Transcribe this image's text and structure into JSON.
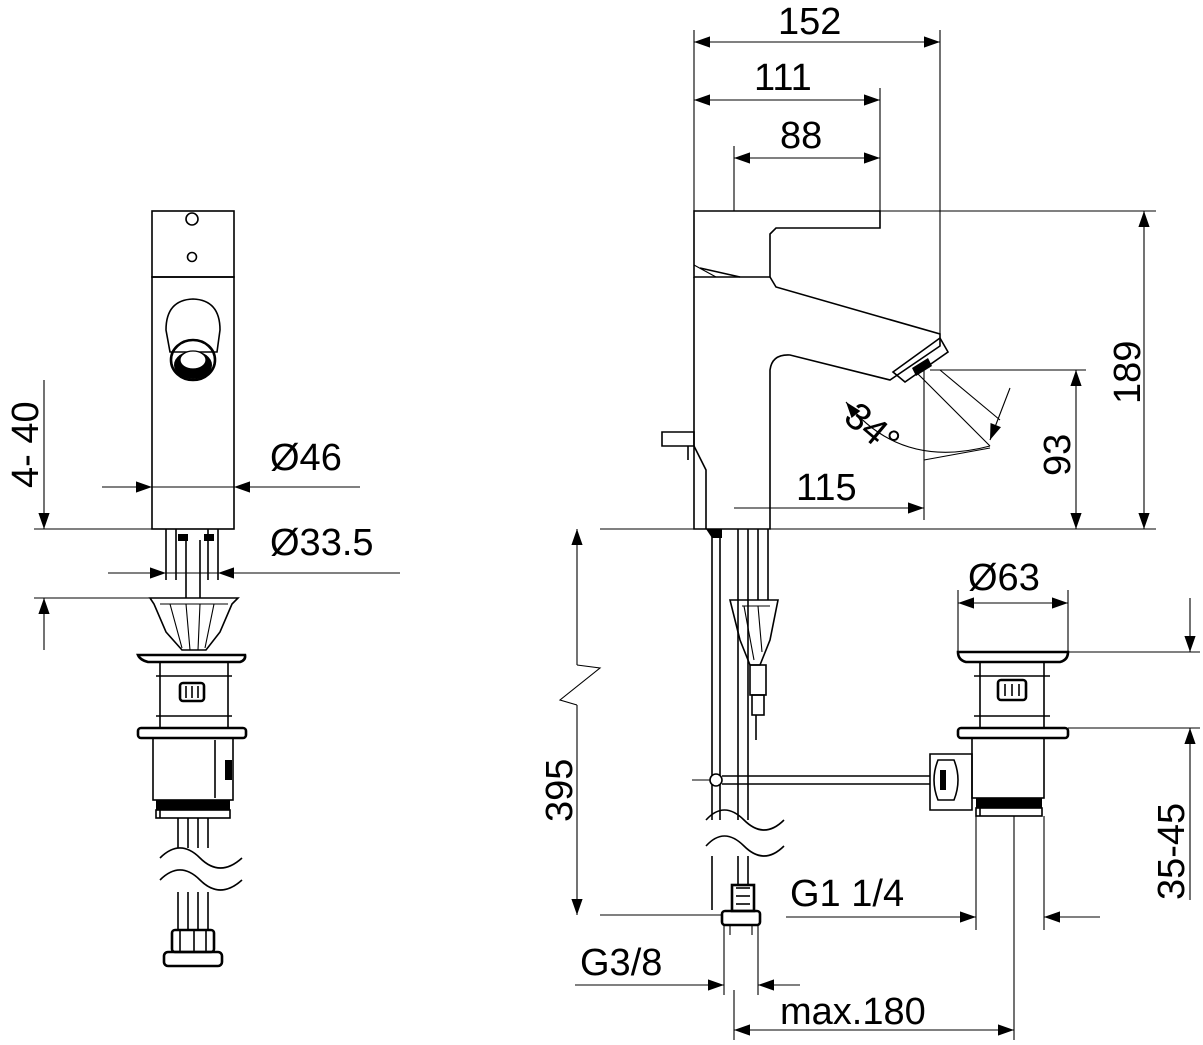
{
  "dimensions": {
    "width_152": "152",
    "width_111": "111",
    "width_88": "88",
    "height_189": "189",
    "height_93": "93",
    "reach_115": "115",
    "angle_34": "34°",
    "diameter_46": "Ø46",
    "diameter_33_5": "Ø33.5",
    "diameter_63": "Ø63",
    "range_4_40": "4- 40",
    "range_35_45": "35-45",
    "length_395": "395",
    "thread_g1_1_4": "G1 1/4",
    "thread_g3_8": "G3/8",
    "max_180": "max.180"
  },
  "colors": {
    "line": "#000000",
    "background": "#ffffff"
  }
}
